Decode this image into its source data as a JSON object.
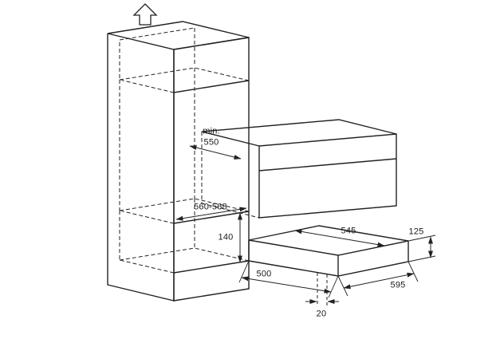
{
  "diagram": {
    "colors": {
      "line": "#222222",
      "background": "#ffffff"
    },
    "icons": {
      "airflow_arrow": "up-arrow"
    },
    "labels": {
      "niche_depth_min": "min.",
      "niche_depth_value": "550",
      "niche_width": "560-568",
      "lower_niche_height": "140",
      "appliance_depth": "545",
      "drawer_height": "125",
      "base_depth": "500",
      "drawer_width": "595",
      "front_gap": "20"
    }
  }
}
